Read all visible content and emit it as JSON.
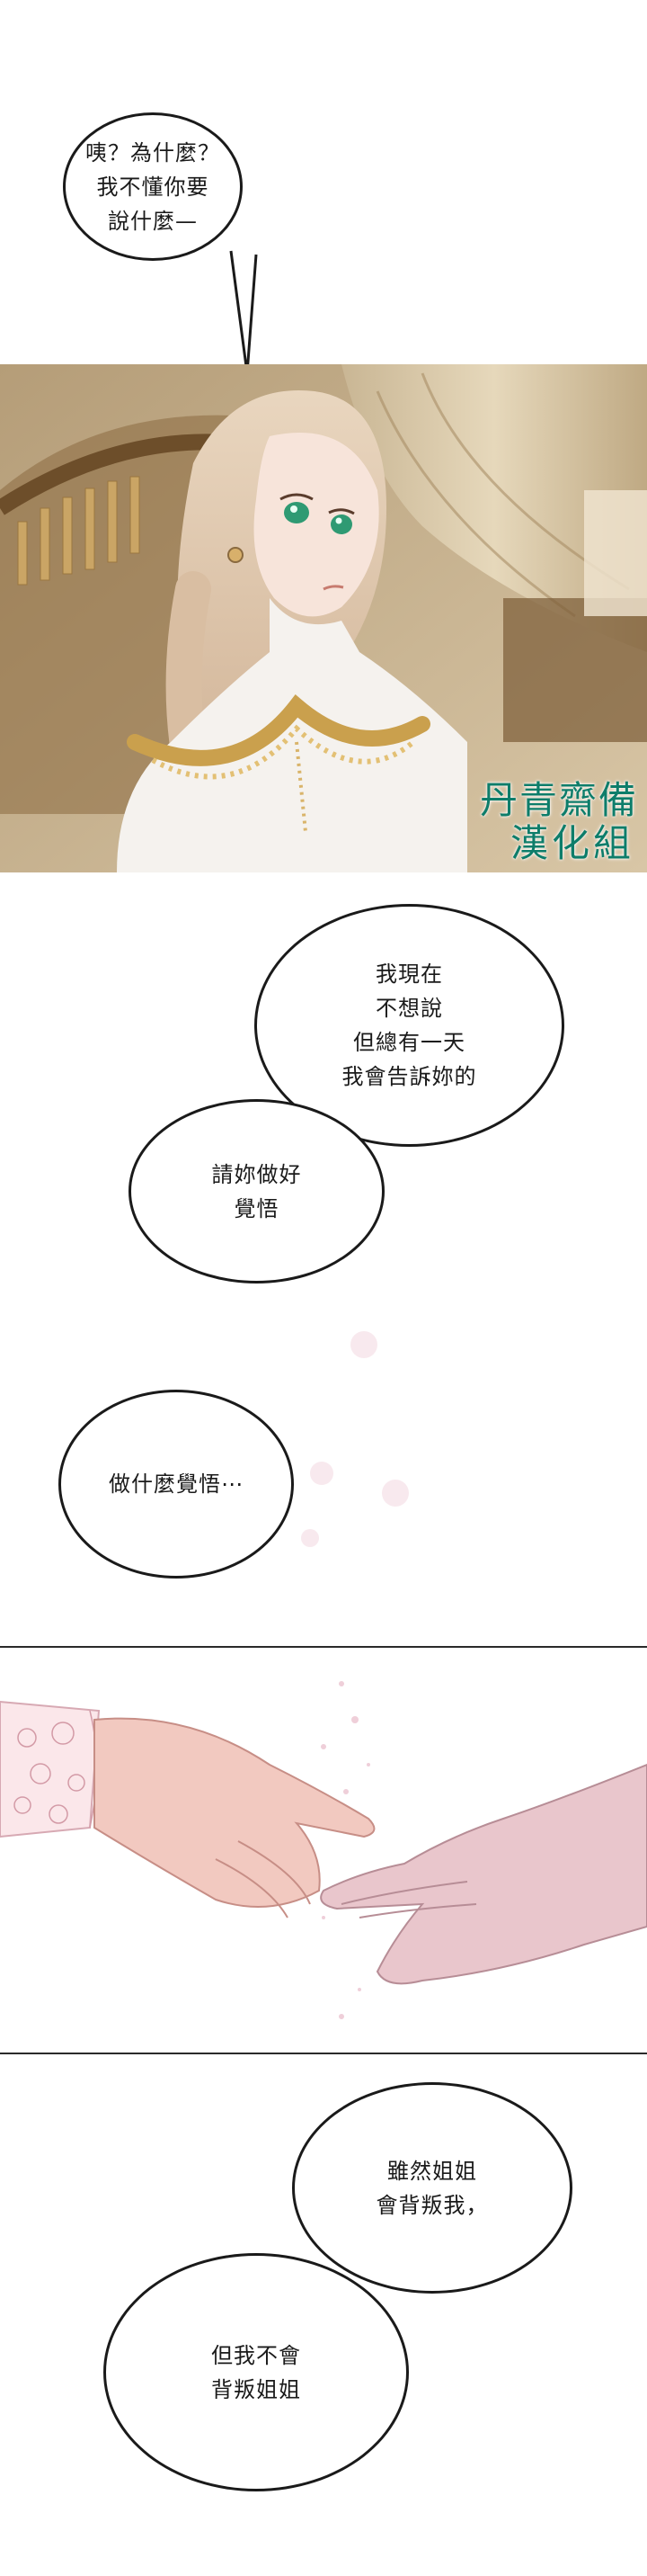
{
  "bubbles": {
    "b1": "咦？為什麼？\n我不懂你要\n說什麼—",
    "b2": "我現在\n不想說\n但總有一天\n我會告訴妳的",
    "b3": "請妳做好\n覺悟",
    "b4": "做什麼覺悟⋯",
    "b5": "雖然姐姐\n會背叛我，",
    "b6": "但我不會\n背叛姐姐"
  },
  "watermark": {
    "line1": "丹青齋備",
    "line2": "漢化組"
  },
  "colors": {
    "ink": "#1a1a1a",
    "petal": "#f3d7e0",
    "skin": "#f2c9c0",
    "hair": "#e6ceb4",
    "eyes": "#2f9a73"
  }
}
